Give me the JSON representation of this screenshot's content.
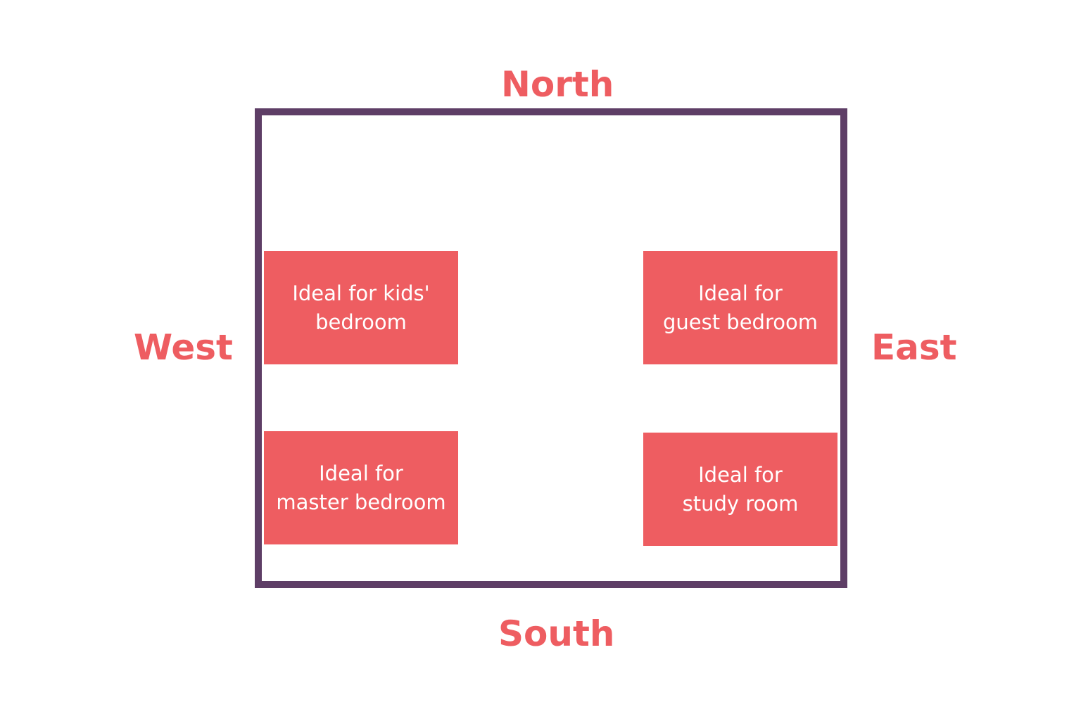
{
  "directions": {
    "north": "North",
    "south": "South",
    "west": "West",
    "east": "East"
  },
  "rooms": {
    "northwest": {
      "line1": "Ideal for kids'",
      "line2": "bedroom"
    },
    "northeast": {
      "line1": "Ideal for",
      "line2": "guest bedroom"
    },
    "southwest": {
      "line1": "Ideal for",
      "line2": "master bedroom"
    },
    "southeast": {
      "line1": "Ideal for",
      "line2": "study room"
    }
  },
  "colors": {
    "accent": "#EE5D61",
    "frame": "#5E3E66",
    "room_text": "#FFFFFF"
  }
}
